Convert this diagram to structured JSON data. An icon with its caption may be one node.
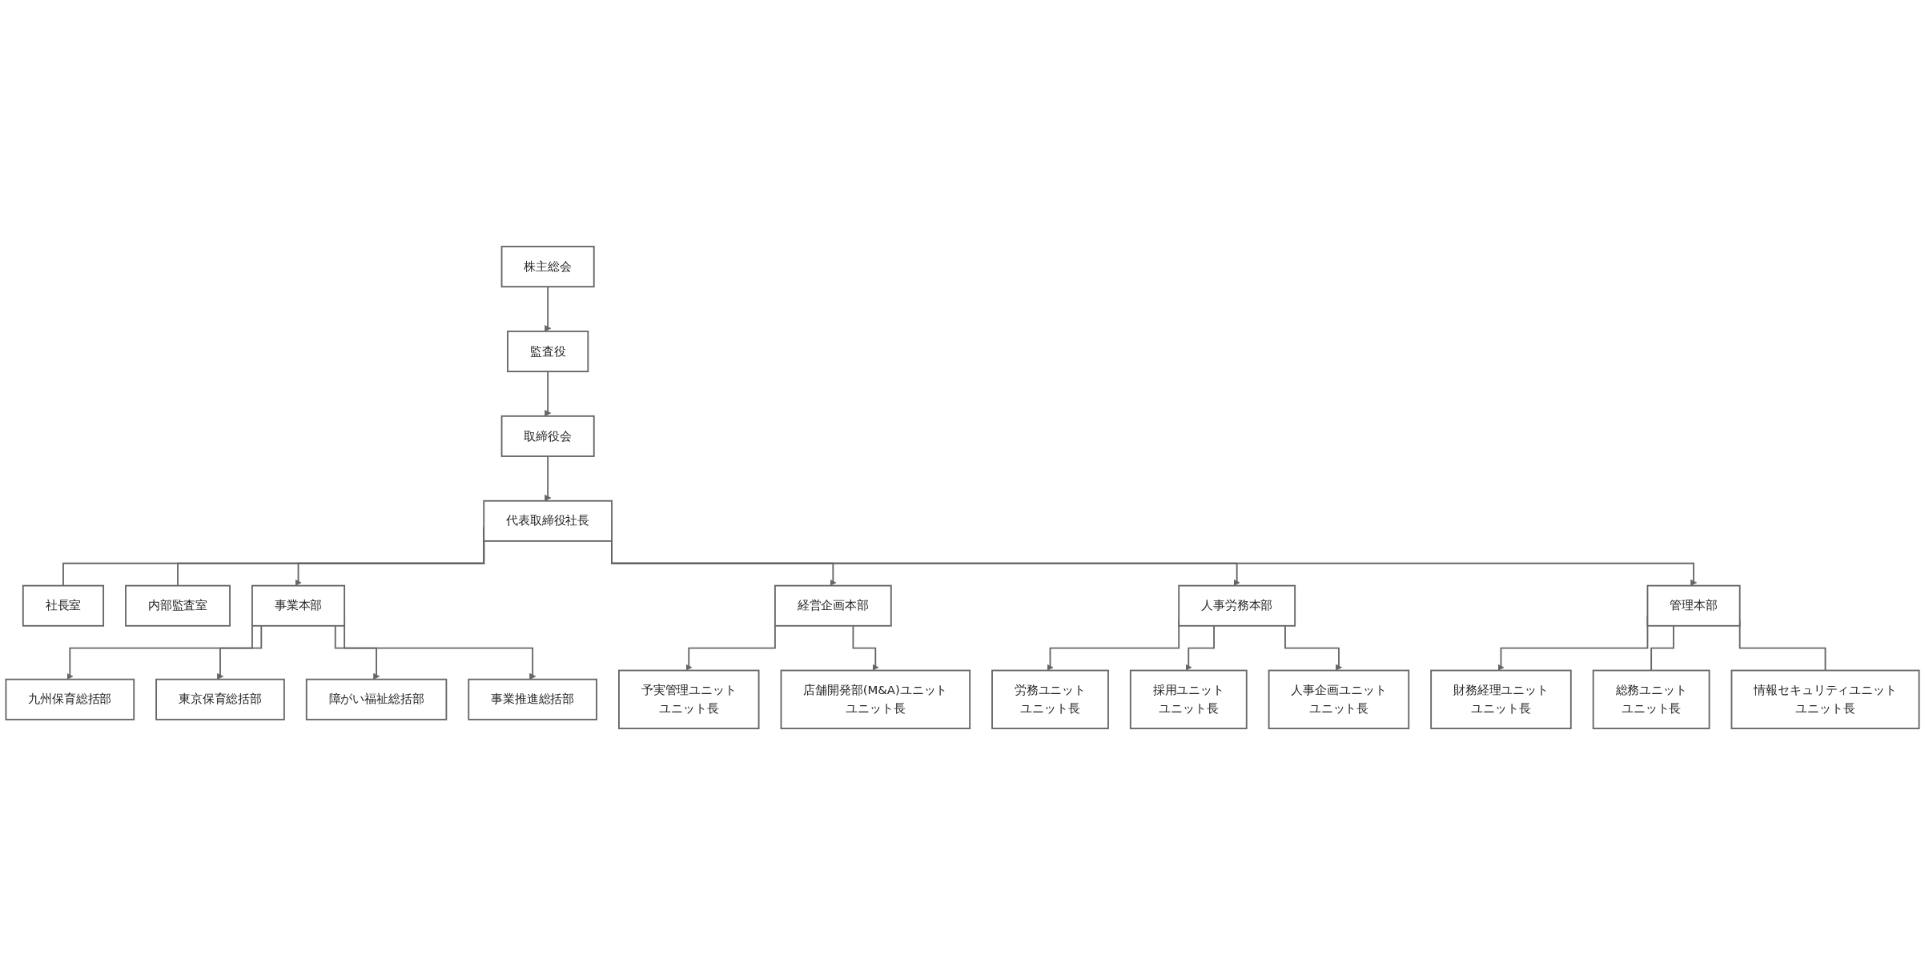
{
  "diagram": {
    "nodes": [
      {
        "text": [
          "株主総会"
        ]
      },
      {
        "text": [
          "監査役"
        ]
      },
      {
        "text": [
          "取締役会"
        ]
      },
      {
        "text": [
          "代表取締役社長"
        ]
      },
      {
        "text": [
          "社長室"
        ]
      },
      {
        "text": [
          "内部監査室"
        ]
      },
      {
        "text": [
          "事業本部"
        ]
      },
      {
        "text": [
          "経営企画本部"
        ]
      },
      {
        "text": [
          "人事労務本部"
        ]
      },
      {
        "text": [
          "管理本部"
        ]
      },
      {
        "text": [
          "九州保育総括部"
        ]
      },
      {
        "text": [
          "東京保育総括部"
        ]
      },
      {
        "text": [
          "障がい福祉総括部"
        ]
      },
      {
        "text": [
          "事業推進総括部"
        ]
      },
      {
        "text": [
          "予実管理ユニット",
          "ユニット長"
        ]
      },
      {
        "text": [
          "店舗開発部(M&A)ユニット",
          "ユニット長"
        ]
      },
      {
        "text": [
          "労務ユニット",
          "ユニット長"
        ]
      },
      {
        "text": [
          "採用ユニット",
          "ユニット長"
        ]
      },
      {
        "text": [
          "人事企画ユニット",
          "ユニット長"
        ]
      },
      {
        "text": [
          "財務経理ユニット",
          "ユニット長"
        ]
      },
      {
        "text": [
          "総務ユニット",
          "ユニット長"
        ]
      },
      {
        "text": [
          "情報セキュリティユニット",
          "ユニット長"
        ]
      }
    ],
    "edges": [
      {
        "from": 0,
        "to": 1,
        "arrow": "to"
      },
      {
        "from": 1,
        "to": 2,
        "arrow": "to"
      },
      {
        "from": 2,
        "to": 3,
        "arrow": "to"
      },
      {
        "from": 3,
        "to": 4,
        "arrow": "none"
      },
      {
        "from": 3,
        "to": 5,
        "arrow": "none"
      },
      {
        "from": 3,
        "to": 6,
        "arrow": "to"
      },
      {
        "from": 3,
        "to": 7,
        "arrow": "to"
      },
      {
        "from": 3,
        "to": 8,
        "arrow": "to"
      },
      {
        "from": 3,
        "to": 9,
        "arrow": "to"
      },
      {
        "from": 6,
        "to": 10,
        "arrow": "to"
      },
      {
        "from": 6,
        "to": 11,
        "arrow": "to"
      },
      {
        "from": 6,
        "to": 12,
        "arrow": "to"
      },
      {
        "from": 6,
        "to": 13,
        "arrow": "to"
      },
      {
        "from": 7,
        "to": 14,
        "arrow": "to"
      },
      {
        "from": 7,
        "to": 15,
        "arrow": "to"
      },
      {
        "from": 8,
        "to": 16,
        "arrow": "to"
      },
      {
        "from": 8,
        "to": 17,
        "arrow": "to"
      },
      {
        "from": 8,
        "to": 18,
        "arrow": "to"
      },
      {
        "from": 9,
        "to": 19,
        "arrow": "to"
      },
      {
        "from": 9,
        "to": 20,
        "arrow": "none"
      },
      {
        "from": 9,
        "to": 21,
        "arrow": "none"
      }
    ]
  }
}
